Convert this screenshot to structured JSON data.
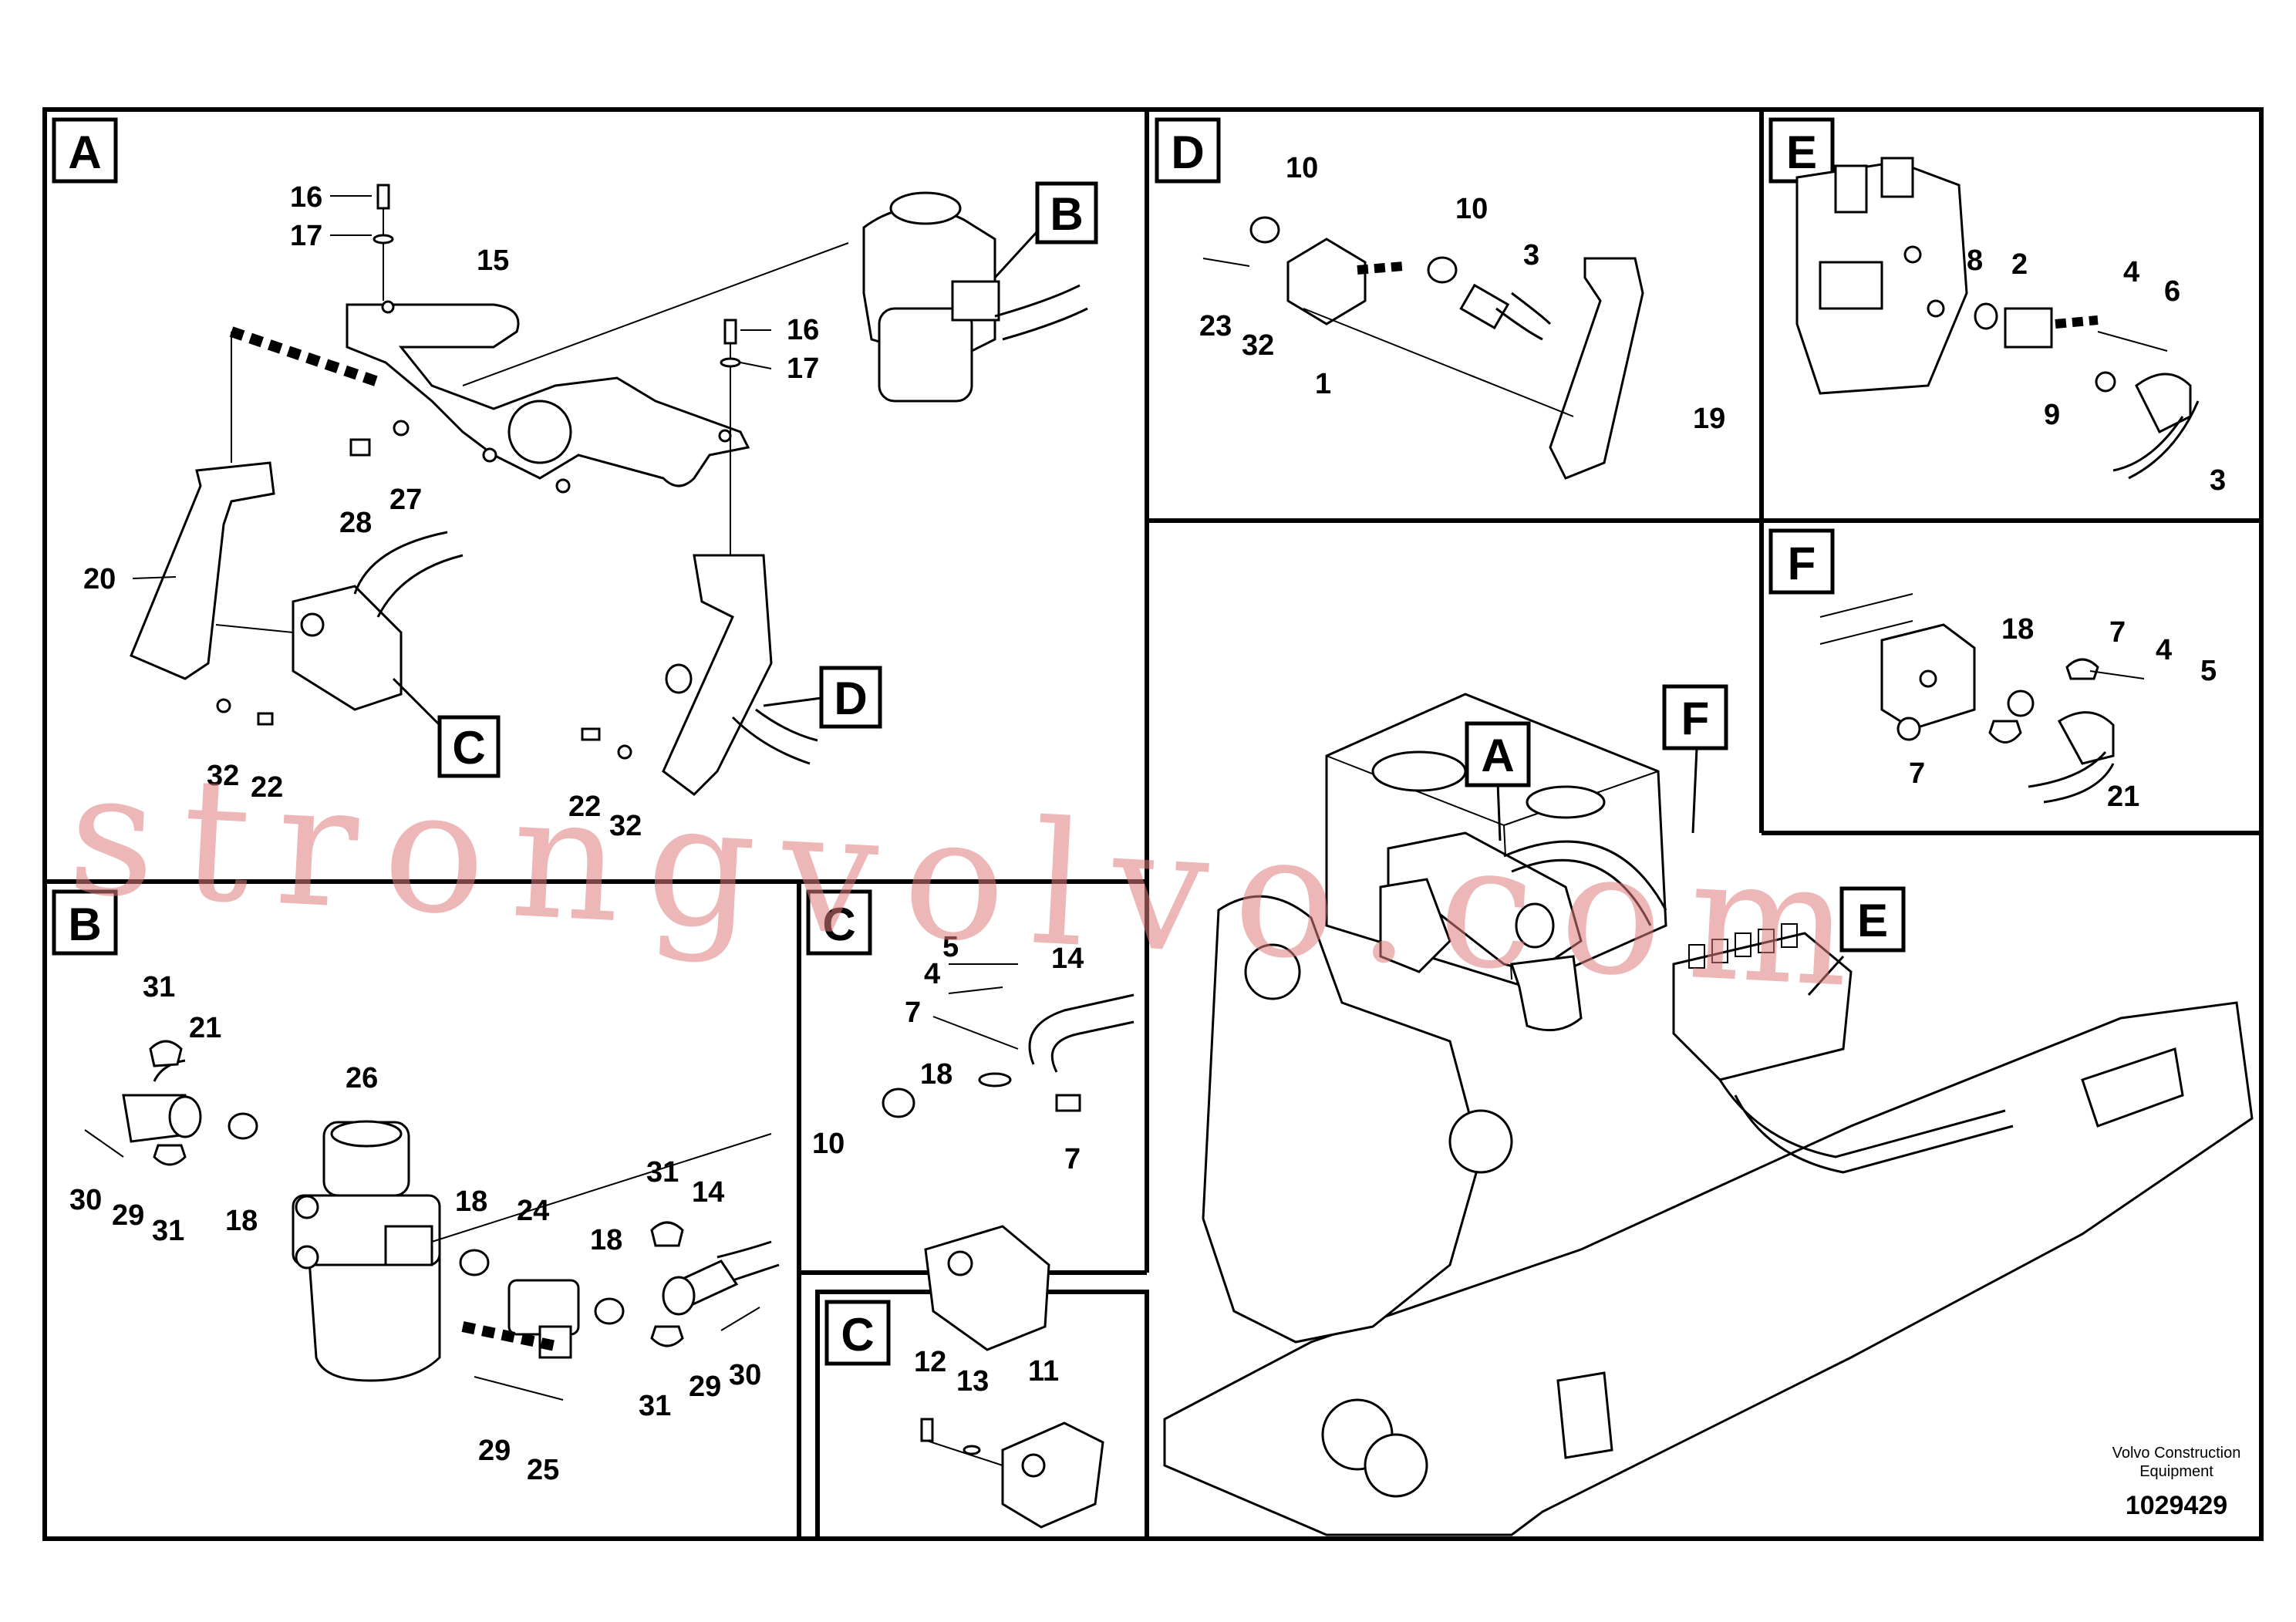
{
  "panels": {
    "A": {
      "letter": "A",
      "labels": [
        "16",
        "17",
        "15",
        "16",
        "17",
        "28",
        "27",
        "20",
        "32",
        "22",
        "22",
        "32"
      ]
    },
    "B": {
      "letter": "B",
      "labels": [
        "31",
        "21",
        "26",
        "30",
        "29",
        "31",
        "18",
        "18",
        "24",
        "18",
        "31",
        "14",
        "31",
        "29",
        "30",
        "29",
        "25"
      ]
    },
    "C_top": {
      "letter": "C",
      "labels": [
        "5",
        "4",
        "14",
        "7",
        "18",
        "10",
        "7"
      ]
    },
    "C_bottom": {
      "letter": "C",
      "labels": [
        "12",
        "13",
        "11"
      ]
    },
    "D": {
      "letter": "D",
      "labels": [
        "10",
        "10",
        "3",
        "23",
        "32",
        "1",
        "19"
      ]
    },
    "E": {
      "letter": "E",
      "labels": [
        "8",
        "2",
        "4",
        "6",
        "9",
        "3"
      ]
    },
    "F": {
      "letter": "F",
      "labels": [
        "18",
        "7",
        "4",
        "5",
        "7",
        "21"
      ]
    }
  },
  "callouts": {
    "A_B": "B",
    "A_C": "C",
    "A_D": "D",
    "main_A": "A",
    "main_F": "F",
    "main_E": "E"
  },
  "footer": {
    "brand_line1": "Volvo Construction",
    "brand_line2": "Equipment",
    "doc_number": "1029429"
  },
  "watermark": "strongvolvo.com"
}
